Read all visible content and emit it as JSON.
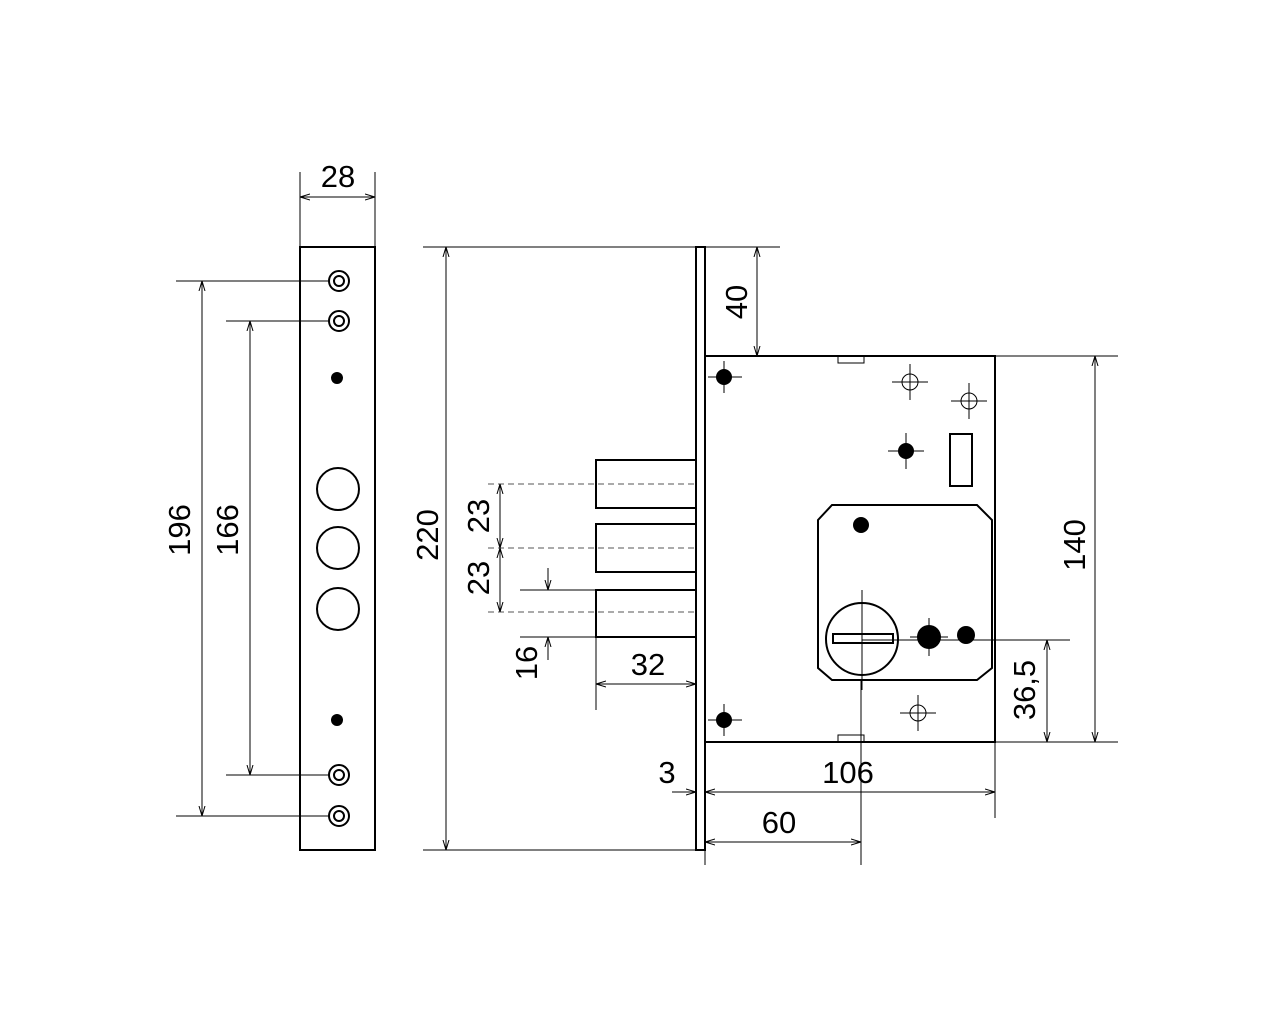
{
  "dimensions": {
    "faceplate_width": "28",
    "outer_hole_spacing": "196",
    "inner_hole_spacing": "166",
    "overall_height": "220",
    "top_offset": "40",
    "bolt_spacing_1": "23",
    "bolt_spacing_2": "23",
    "bolt_height": "16",
    "bolt_throw": "32",
    "plate_thickness": "3",
    "case_depth": "106",
    "backset": "60",
    "case_height": "140",
    "cylinder_height": "36,5"
  }
}
